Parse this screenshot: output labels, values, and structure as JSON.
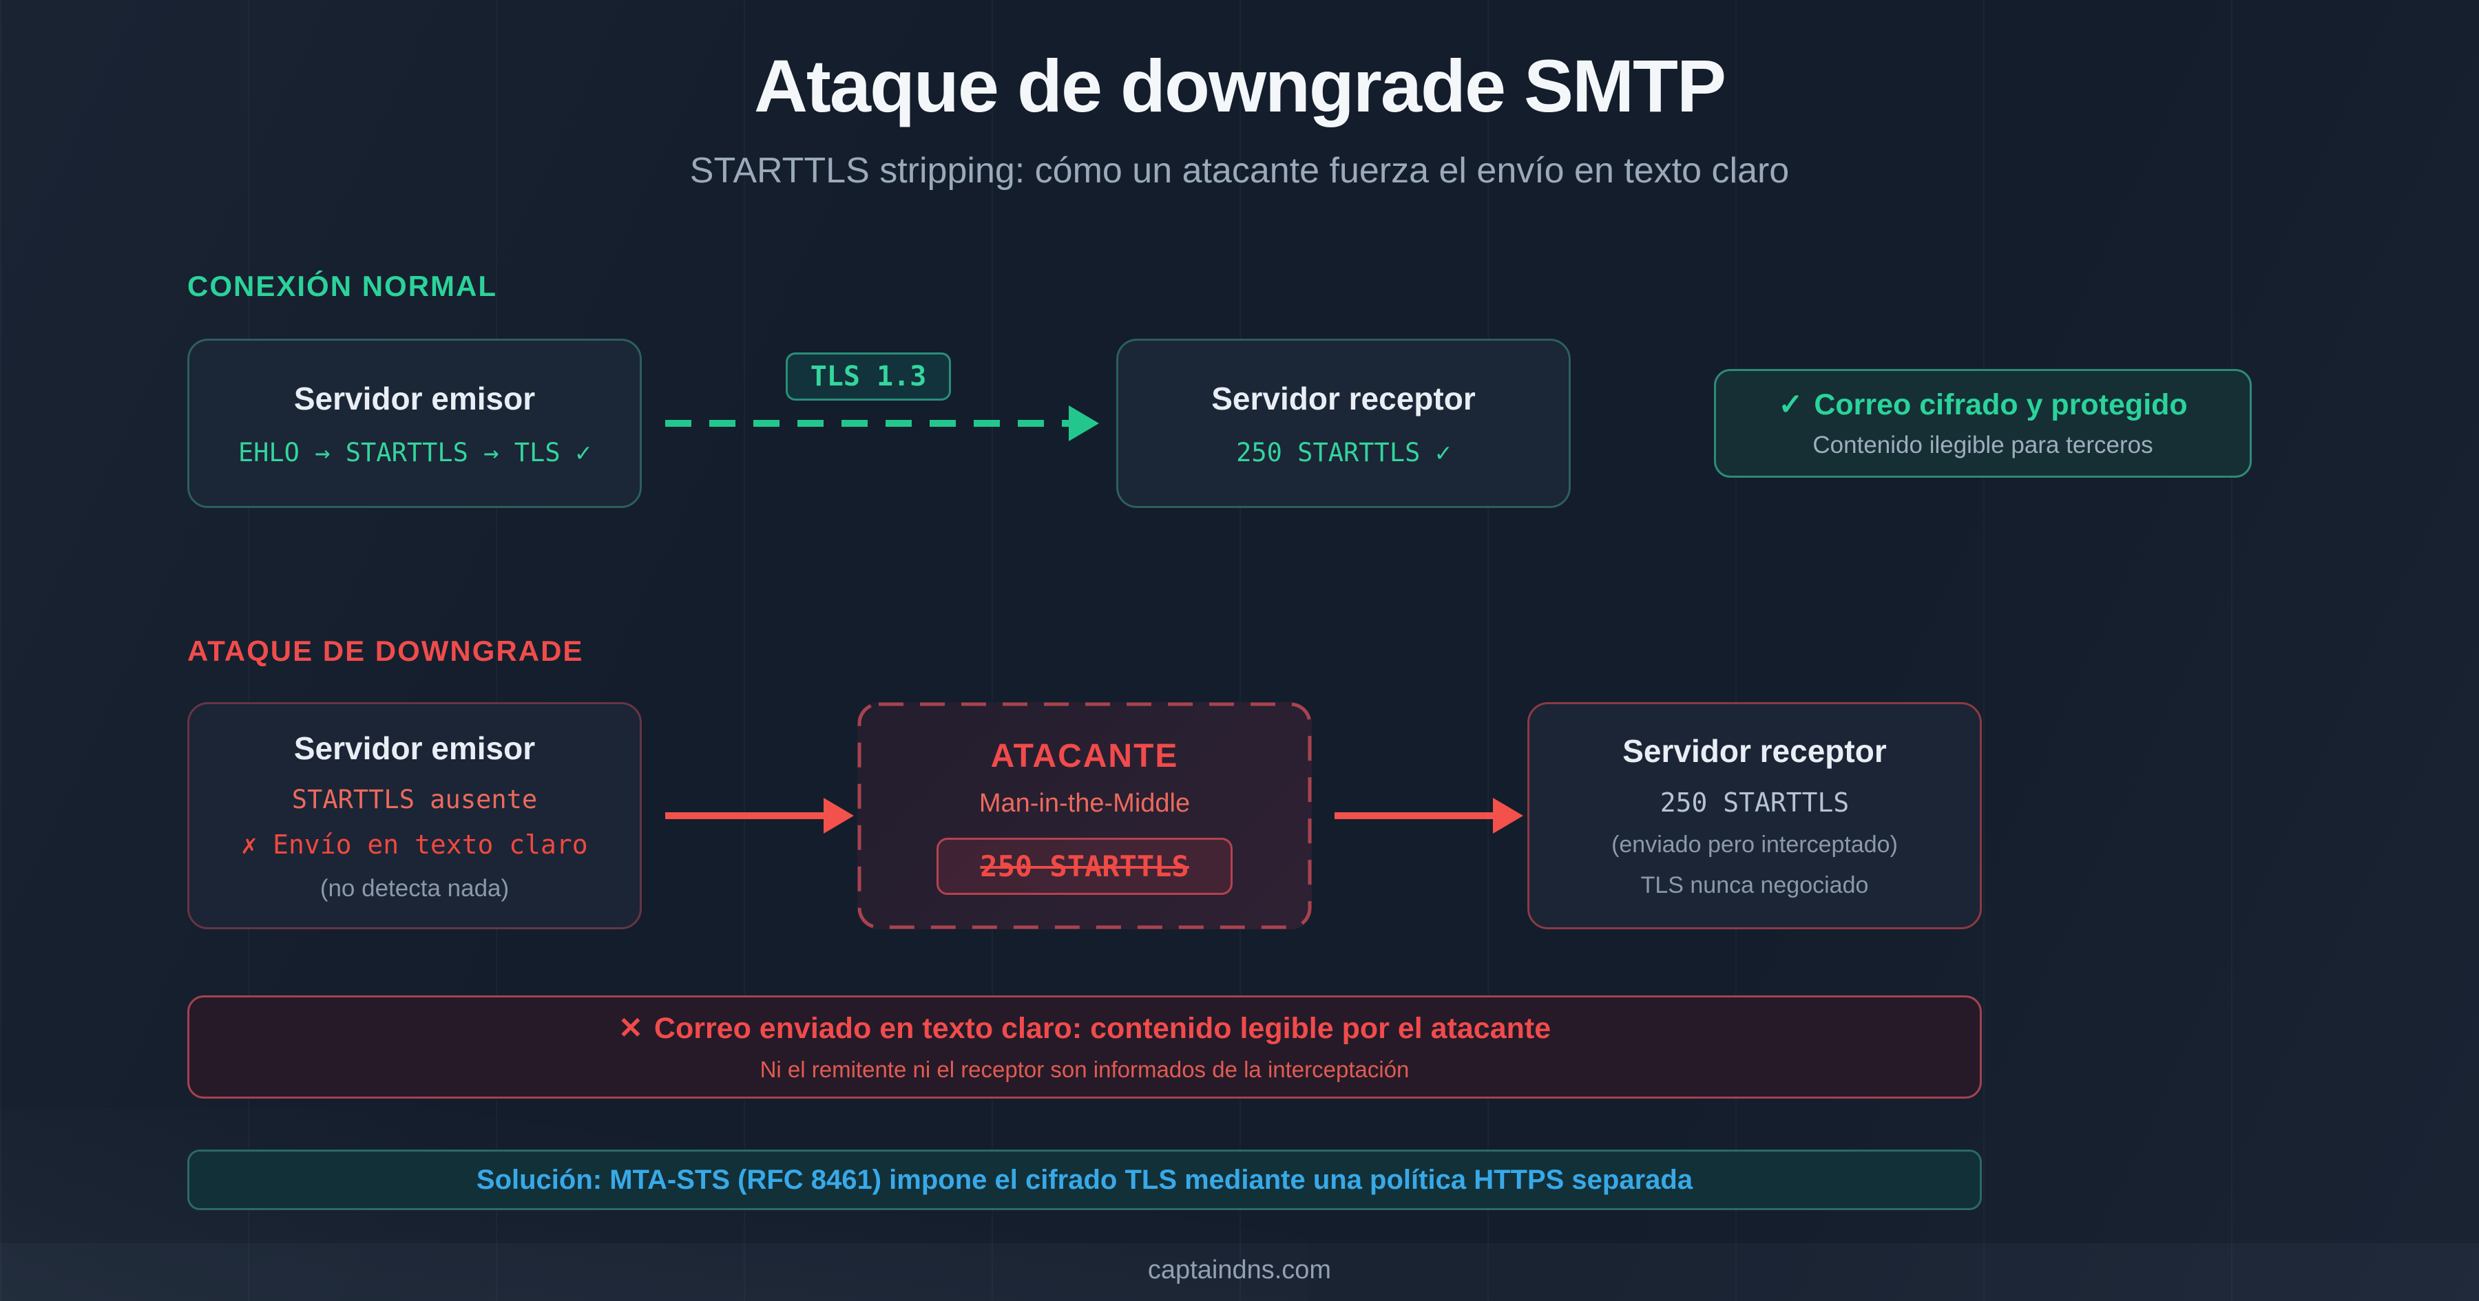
{
  "header": {
    "title": "Ataque de downgrade SMTP",
    "subtitle": "STARTTLS stripping: cómo un atacante fuerza el envío en texto claro"
  },
  "normal": {
    "section_label": "CONEXIÓN NORMAL",
    "sender_title": "Servidor emisor",
    "sender_code": "EHLO → STARTTLS → TLS ✓",
    "badge": "TLS 1.3",
    "receiver_title": "Servidor receptor",
    "receiver_code": "250 STARTTLS ✓",
    "result_icon": "✓",
    "result_title": "Correo cifrado y protegido",
    "result_subtitle": "Contenido ilegible para terceros"
  },
  "attack": {
    "section_label": "ATAQUE DE DOWNGRADE",
    "sender_title": "Servidor emisor",
    "sender_code1": "STARTTLS ausente",
    "sender_code2": "✗ Envío en texto claro",
    "sender_note": "(no detecta nada)",
    "attacker_title": "ATACANTE",
    "attacker_subtitle": "Man-in-the-Middle",
    "attacker_stripped": "250 STARTTLS",
    "receiver_title": "Servidor receptor",
    "receiver_code": "250 STARTTLS",
    "receiver_note1": "(enviado pero interceptado)",
    "receiver_note2": "TLS nunca negociado",
    "warning_icon": "✕",
    "warning_title": "Correo enviado en texto claro: contenido legible por el atacante",
    "warning_subtitle": "Ni el remitente ni el receptor son informados de la interceptación",
    "solution": "Solución: MTA-STS (RFC 8461) impone el cifrado TLS mediante una política HTTPS separada"
  },
  "footer": {
    "site": "captaindns.com"
  },
  "colors": {
    "green": "#2bd39a",
    "red": "#f14b4b",
    "blue": "#38a9e8",
    "background": "#141d2b"
  }
}
